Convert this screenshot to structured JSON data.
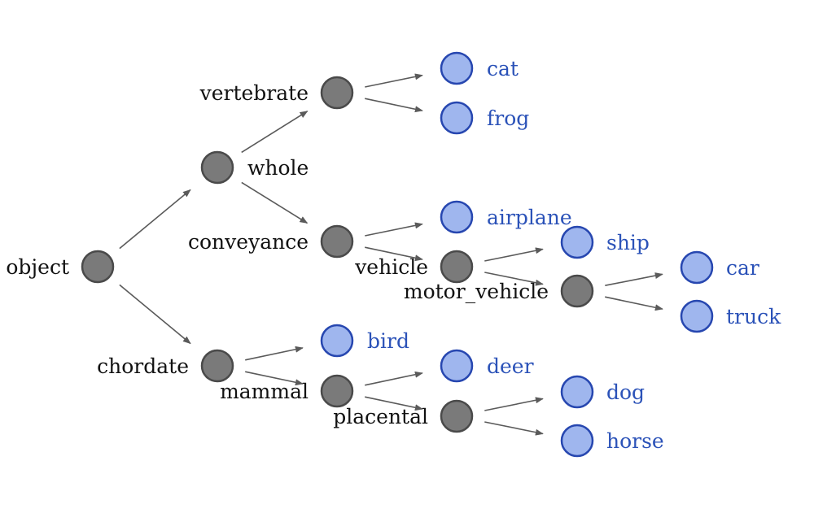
{
  "diagram": {
    "type": "hierarchy-tree",
    "colors": {
      "inner_node_fill": "#7a7a7a",
      "inner_node_stroke": "#4a4a4a",
      "leaf_node_fill": "#9fb6ee",
      "leaf_node_stroke": "#2747b0",
      "edge": "#5a5a5a",
      "inner_label": "#111111",
      "leaf_label": "#2b52b8"
    },
    "nodes": [
      {
        "id": "object",
        "label": "object",
        "kind": "inner"
      },
      {
        "id": "whole",
        "label": "whole",
        "kind": "inner"
      },
      {
        "id": "chordate",
        "label": "chordate",
        "kind": "inner"
      },
      {
        "id": "vertebrate",
        "label": "vertebrate",
        "kind": "inner"
      },
      {
        "id": "conveyance",
        "label": "conveyance",
        "kind": "inner"
      },
      {
        "id": "vehicle",
        "label": "vehicle",
        "kind": "inner"
      },
      {
        "id": "motor_vehicle",
        "label": "motor_vehicle",
        "kind": "inner"
      },
      {
        "id": "mammal",
        "label": "mammal",
        "kind": "inner"
      },
      {
        "id": "placental",
        "label": "placental",
        "kind": "inner"
      },
      {
        "id": "cat",
        "label": "cat",
        "kind": "leaf"
      },
      {
        "id": "frog",
        "label": "frog",
        "kind": "leaf"
      },
      {
        "id": "airplane",
        "label": "airplane",
        "kind": "leaf"
      },
      {
        "id": "ship",
        "label": "ship",
        "kind": "leaf"
      },
      {
        "id": "car",
        "label": "car",
        "kind": "leaf"
      },
      {
        "id": "truck",
        "label": "truck",
        "kind": "leaf"
      },
      {
        "id": "bird",
        "label": "bird",
        "kind": "leaf"
      },
      {
        "id": "deer",
        "label": "deer",
        "kind": "leaf"
      },
      {
        "id": "dog",
        "label": "dog",
        "kind": "leaf"
      },
      {
        "id": "horse",
        "label": "horse",
        "kind": "leaf"
      }
    ],
    "edges": [
      {
        "from": "object",
        "to": "whole"
      },
      {
        "from": "object",
        "to": "chordate"
      },
      {
        "from": "whole",
        "to": "vertebrate"
      },
      {
        "from": "whole",
        "to": "conveyance"
      },
      {
        "from": "vertebrate",
        "to": "cat"
      },
      {
        "from": "vertebrate",
        "to": "frog"
      },
      {
        "from": "conveyance",
        "to": "airplane"
      },
      {
        "from": "conveyance",
        "to": "vehicle"
      },
      {
        "from": "vehicle",
        "to": "ship"
      },
      {
        "from": "vehicle",
        "to": "motor_vehicle"
      },
      {
        "from": "motor_vehicle",
        "to": "car"
      },
      {
        "from": "motor_vehicle",
        "to": "truck"
      },
      {
        "from": "chordate",
        "to": "bird"
      },
      {
        "from": "chordate",
        "to": "mammal"
      },
      {
        "from": "mammal",
        "to": "deer"
      },
      {
        "from": "mammal",
        "to": "placental"
      },
      {
        "from": "placental",
        "to": "dog"
      },
      {
        "from": "placental",
        "to": "horse"
      }
    ]
  }
}
